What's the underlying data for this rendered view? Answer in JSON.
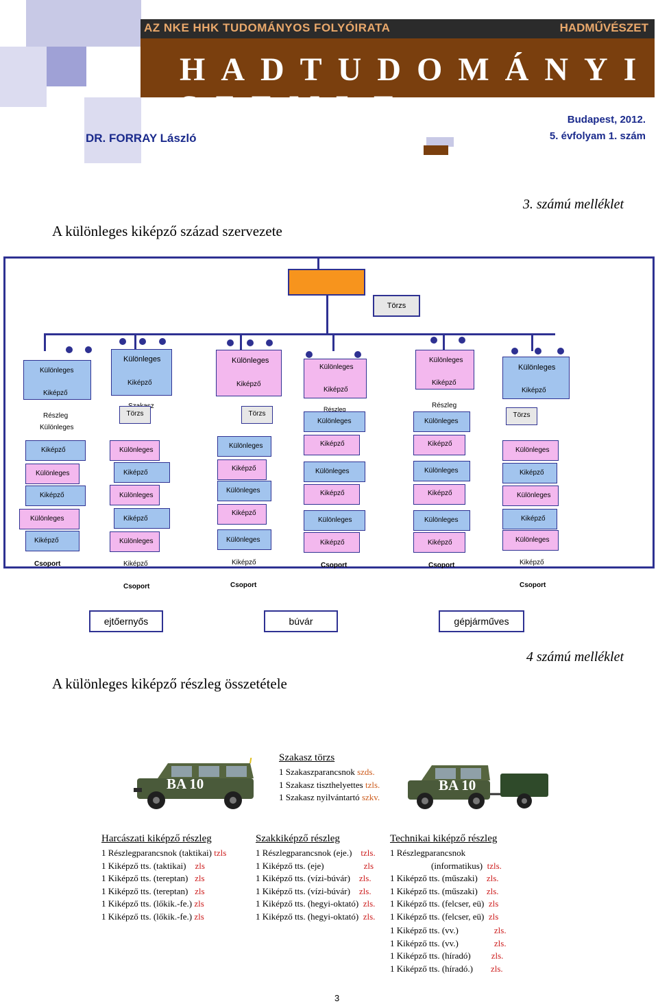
{
  "header": {
    "series_title": "AZ NKE HHK TUDOMÁNYOS FOLYÓIRATA",
    "brand": "HADMŰVÉSZET",
    "journal_name": "HADTUDOMÁNYI SZEMLE",
    "author": "DR. FORRAY László",
    "place_date": "Budapest, 2012.",
    "issue": "5. évfolyam 1. szám"
  },
  "annex3": {
    "label": "3. számú melléklet",
    "title": "A különleges kiképző század szervezete",
    "chart": {
      "hq_label": "Törzs",
      "col1": [
        "Különleges",
        "Kiképző",
        "Részleg",
        "Különleges",
        "Kiképző",
        "Különleges",
        "Kiképző",
        "Különleges",
        "Kiképző",
        "Csoport"
      ],
      "col2": [
        "Különleges",
        "Kiképző",
        "Szakasz",
        "Törzs",
        "Különleges",
        "Kiképző",
        "Különleges",
        "Kiképző",
        "Különleges",
        "Kiképző",
        "Csoport"
      ],
      "col3": [
        "Különleges",
        "Kiképző",
        "Törzs",
        "Különleges",
        "Kiképző",
        "Különleges",
        "Kiképző",
        "Különleges",
        "Kiképző",
        "Csoport"
      ],
      "col4": [
        "Különleges",
        "Kiképző",
        "Részleg",
        "Különleges",
        "Kiképző",
        "Különleges",
        "Kiképző",
        "Különleges",
        "Kiképző",
        "Csoport"
      ],
      "col5": [
        "Különleges",
        "Kiképző",
        "Részleg",
        "Különleges",
        "Kiképző",
        "Különleges",
        "Kiképző",
        "Különleges",
        "Kiképző",
        "Csoport"
      ],
      "col6": [
        "Különleges",
        "Kiképző",
        "Törzs",
        "Különleges",
        "Kiképző",
        "Különleges",
        "Kiképző",
        "Különleges",
        "Kiképző",
        "Csoport"
      ],
      "specialties": [
        "ejtőernyős",
        "búvár",
        "gépjárműves"
      ]
    }
  },
  "annex4": {
    "label": "4 számú melléklet",
    "title": "A különleges kiképző részleg összetétele",
    "vehicle_label": "BA 10",
    "hq": {
      "title": "Szakasz törzs",
      "rows": [
        {
          "text": "1 Szakaszparancsnok ",
          "rank": "szds."
        },
        {
          "text": "1 Szakasz tiszthelyettes ",
          "rank": "tzls."
        },
        {
          "text": "1 Szakasz nyilvántartó ",
          "rank": "szkv."
        }
      ]
    },
    "tactical": {
      "title": "Harcászati kiképző részleg",
      "rows": [
        {
          "text": "1 Részlegparancsnok (taktikai)",
          "rank": "tzls"
        },
        {
          "text": "1 Kiképző tts. (taktikai)",
          "rank": "zls"
        },
        {
          "text": "1 Kiképző tts. (tereptan)",
          "rank": "zls"
        },
        {
          "text": "1 Kiképző tts. (tereptan)",
          "rank": "zls"
        },
        {
          "text": "1 Kiképző tts. (lőkik.-fe.)",
          "rank": "zls"
        },
        {
          "text": "1 Kiképző tts. (lőkik.-fe.)",
          "rank": "zls"
        }
      ]
    },
    "specialist": {
      "title": "Szakkiképző részleg",
      "rows": [
        {
          "text": "1 Részlegparancsnok (eje.)",
          "rank": "tzls."
        },
        {
          "text": "1 Kiképző tts. (eje)",
          "rank": "zls"
        },
        {
          "text": "1 Kiképző tts. (vízi-búvár)",
          "rank": "zls."
        },
        {
          "text": "1 Kiképző tts. (vízi-búvár)",
          "rank": "zls."
        },
        {
          "text": "1 Kiképző tts. (hegyi-oktató)",
          "rank": "zls."
        },
        {
          "text": "1 Kiképző tts. (hegyi-oktató)",
          "rank": "zls."
        }
      ]
    },
    "technical": {
      "title": "Technikai kiképző részleg",
      "row0": "1 Részlegparancsnok",
      "row1": {
        "text": "(informatikus)",
        "rank": "tzls."
      },
      "rows": [
        {
          "text": "1 Kiképző tts. (műszaki)",
          "rank": "zls."
        },
        {
          "text": "1 Kiképző tts. (műszaki)",
          "rank": "zls."
        },
        {
          "text": "1 Kiképző tts. (felcser, eü)",
          "rank": "zls"
        },
        {
          "text": "1 Kiképző tts. (felcser, eü)",
          "rank": "zls"
        }
      ],
      "rows2": [
        {
          "text": "1 Kiképző tts. (vv.)",
          "rank": "zls."
        },
        {
          "text": "1 Kiképző tts. (vv.)",
          "rank": "zls."
        },
        {
          "text": "1 Kiképző tts. (híradó)",
          "rank": "zls."
        },
        {
          "text": "1 Kiképző tts. (híradó.)",
          "rank": "zls."
        }
      ]
    }
  },
  "page_number": "3",
  "colors": {
    "navy": "#2e3192",
    "brown": "#7a3f0e",
    "orange": "#f7941d",
    "box_blue": "#a2c4ee",
    "box_pink": "#f3b8ee",
    "rank_red": "#cc1a1a"
  }
}
